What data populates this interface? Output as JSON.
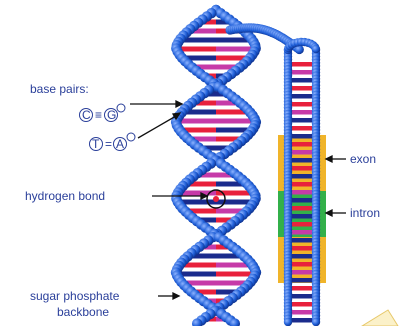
{
  "labels": {
    "base_pairs": "base pairs:",
    "pair_c": "C",
    "pair_g": "G",
    "pair_t": "T",
    "pair_a": "A",
    "triple_bond": "≡",
    "double_bond": "=",
    "hydrogen_bond": "hydrogen bond",
    "sugar_phosphate_line1": "sugar phosphate",
    "sugar_phosphate_line2": "backbone",
    "exon": "exon",
    "intron": "intron"
  },
  "colors": {
    "label_text": "#2a3f9a",
    "backbone_blue": "#1f5fd8",
    "base_red": "#e8203c",
    "base_magenta": "#c63aa8",
    "base_navy": "#1a2b8c",
    "exon_highlight": "#f0b42a",
    "intron_highlight": "#33b04a"
  }
}
